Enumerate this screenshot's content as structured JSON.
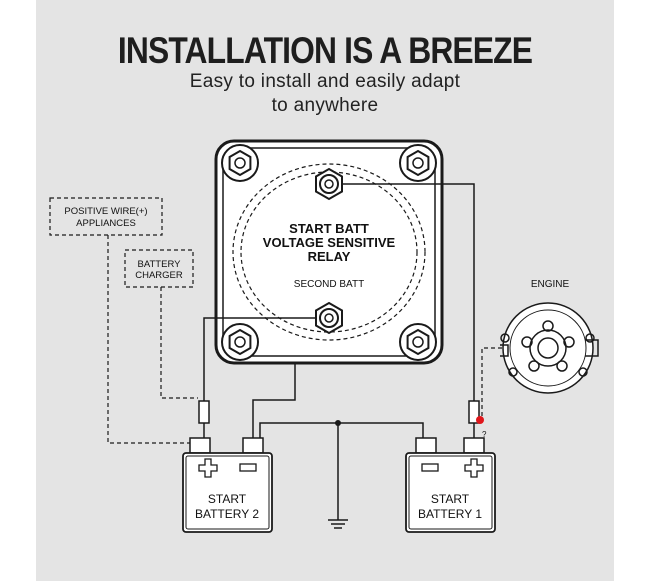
{
  "header": {
    "title": "INSTALLATION IS A BREEZE",
    "subtitle_line1": "Easy to install and easily adapt",
    "subtitle_line2": "to anywhere"
  },
  "relay": {
    "line1": "START BATT",
    "line2": "VOLTAGE SENSITIVE",
    "line3": "RELAY",
    "lower": "SECOND BATT"
  },
  "callouts": {
    "positive_line1": "POSITIVE WIRE(+)",
    "positive_line2": "APPLIANCES",
    "charger_line1": "BATTERY",
    "charger_line2": "CHARGER",
    "engine": "ENGINE"
  },
  "battery_left": {
    "line1": "START",
    "line2": "BATTERY 2"
  },
  "battery_right": {
    "line1": "START",
    "line2": "BATTERY 1"
  },
  "fuse_marker": "?",
  "colors": {
    "panel": "#e4e4e4",
    "line": "#1a1a1a",
    "accent": "#e0161b"
  }
}
